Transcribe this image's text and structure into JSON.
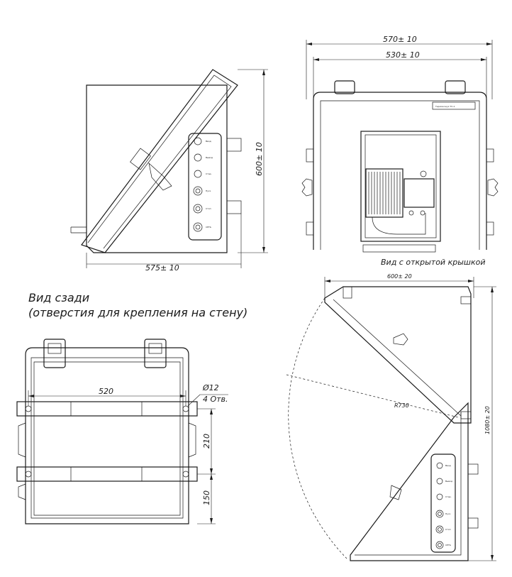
{
  "view_side": {
    "dim_width": "575± 10",
    "dim_height": "600± 10"
  },
  "view_front": {
    "dim_outer": "570± 10",
    "dim_inner": "530± 10",
    "nameplate": "Термокожух ТС-1",
    "caption": "Вид с открытой крышкой"
  },
  "view_rear": {
    "title_line1": "Вид сзади",
    "title_line2": "(отверстия для крепления на стену)",
    "dim_spacing": "520",
    "dim_hole": "Ø12",
    "dim_hole_count": "4 Отв.",
    "dim_vertical_1": "210",
    "dim_vertical_2": "150"
  },
  "view_open": {
    "dim_width": "600± 20",
    "dim_height": "1080± 20",
    "dim_radius": "R730"
  },
  "connector_labels": [
    "Ввод",
    "Вывод",
    "Стар.",
    "Пуск",
    "Стоп",
    "СЕТЬ"
  ]
}
